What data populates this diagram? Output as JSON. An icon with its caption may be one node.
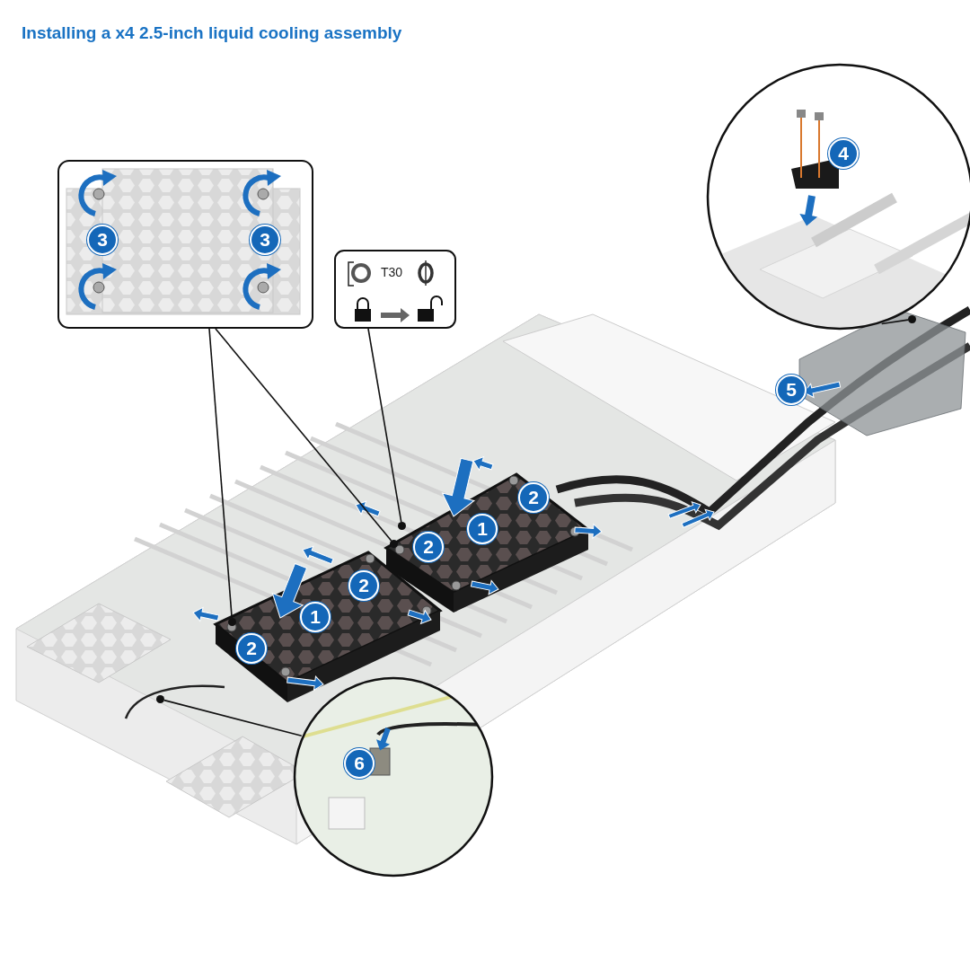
{
  "diagram": {
    "title": "Installing a x4 2.5-inch liquid cooling assembly",
    "nodes": [
      {
        "text": [],
        "shape": "picture"
      },
      {
        "text": [
          "T30"
        ]
      },
      {
        "text": [],
        "shape": "picture"
      },
      {
        "text": [],
        "shape": "picture"
      },
      {
        "text": [],
        "shape": "circle"
      },
      {
        "text": [],
        "shape": "circle"
      },
      {
        "text": [],
        "shape": "circle"
      },
      {
        "text": [],
        "shape": "circle"
      },
      {
        "text": [],
        "shape": "circle"
      }
    ],
    "edges": [
      {
        "from": 0,
        "to": 4,
        "arrow": "none"
      },
      {
        "from": 0,
        "to": 5,
        "arrow": "none"
      },
      {
        "from": 1,
        "to": 6,
        "arrow": "none"
      },
      {
        "from": 2,
        "to": 7,
        "arrow": "none"
      },
      {
        "from": 3,
        "to": 8,
        "arrow": "none"
      }
    ],
    "labels": [
      "4",
      "3",
      "3",
      "5",
      "2",
      "1",
      "2",
      "2",
      "1",
      "2",
      "6"
    ]
  }
}
